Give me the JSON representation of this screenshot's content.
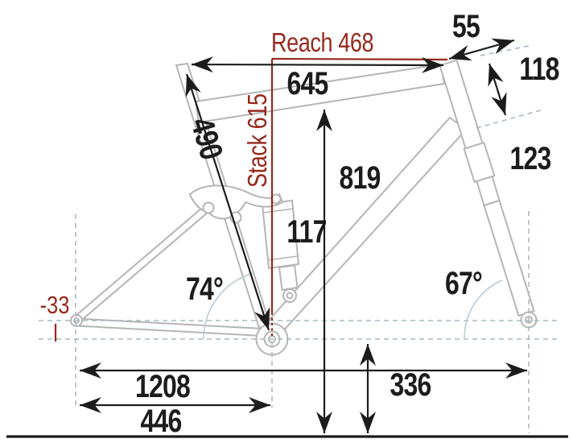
{
  "diagram": {
    "kind": "bicycle-frame-geometry",
    "background": "#ffffff",
    "colors": {
      "dimension_text": "#1c1c1c",
      "accent_red": "#97291e",
      "frame_gray": "#b5b5b5",
      "guide_dash": "#a9bac4",
      "angle_arc": "#bccdd6"
    },
    "labels": {
      "reach": "Reach 468",
      "stack": "Stack 615",
      "seat_tube_length": "490",
      "effective_top_tube": "645",
      "standover": "819",
      "shock": "117",
      "seat_angle": "74°",
      "head_angle": "67°",
      "bb_drop": "-33",
      "wheelbase": "1208",
      "chainstay": "446",
      "bb_height": "336",
      "stem": "55",
      "head_tube": "118",
      "fork": "123"
    }
  }
}
